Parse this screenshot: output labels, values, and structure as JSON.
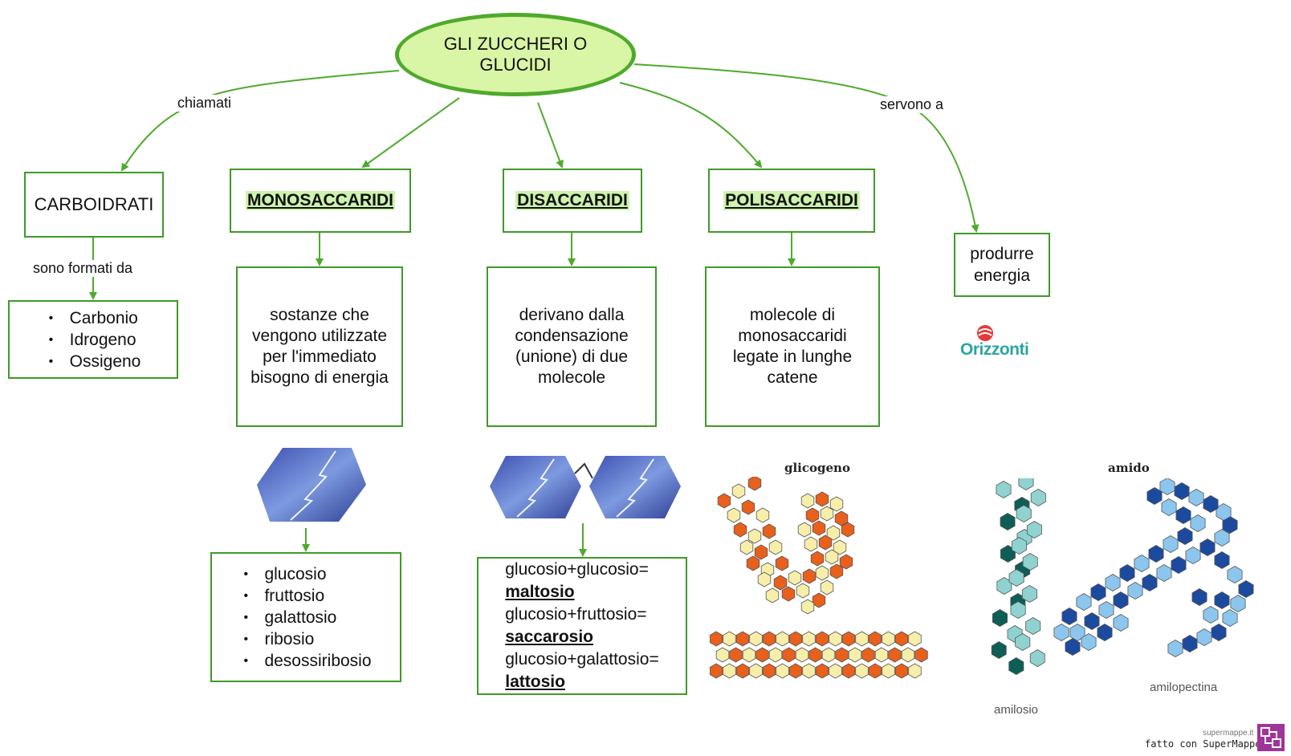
{
  "root": {
    "title": "GLI ZUCCHERI O GLUCIDI"
  },
  "links": {
    "chiamati": "chiamati",
    "servono_a": "servono a",
    "sono_formati_da": "sono formati da"
  },
  "carboidrati": {
    "title": "CARBOIDRATI",
    "elements": [
      "Carbonio",
      "Idrogeno",
      "Ossigeno"
    ]
  },
  "monosaccaridi": {
    "title": "MONOSACCARIDI",
    "description": "sostanze che vengono utilizzate per l'immediato bisogno di energia",
    "examples": [
      "glucosio",
      "fruttosio",
      "galattosio",
      "ribosio",
      "desossiribosio"
    ]
  },
  "disaccaridi": {
    "title": "DISACCARIDI",
    "description": "derivano dalla condensazione (unione) di due molecole",
    "pairs": [
      {
        "formula": "glucosio+glucosio=",
        "name": "maltosio"
      },
      {
        "formula": "glucosio+fruttosio=",
        "name": "saccarosio"
      },
      {
        "formula": "glucosio+galattosio=",
        "name": "lattosio"
      }
    ]
  },
  "polisaccaridi": {
    "title": "POLISACCARIDI",
    "description": "molecole di monosaccaridi legate in lunghe catene",
    "figures": {
      "glicogeno": "glicogeno",
      "amido": "amido",
      "amilosio": "amilosio",
      "amilopectina": "amilopectina"
    }
  },
  "energia": {
    "text": "produrre energia"
  },
  "logo": {
    "text": "Orizzonti"
  },
  "footer": {
    "site": "supermappe.it",
    "credit": "fatto con SuperMappe"
  },
  "colors": {
    "connector": "#4faa2c",
    "root_fill": "#d9f5a6",
    "header_highlight": "#cdf3ae",
    "glycogen_orange": "#e8601c",
    "glycogen_cream": "#f7eeaa",
    "starch_dark": "#0e5e57",
    "starch_teal": "#8fd2cf",
    "starch_navy": "#1c4a9e",
    "starch_sky": "#8cc6ee",
    "footer_logo": "#a0349a"
  }
}
